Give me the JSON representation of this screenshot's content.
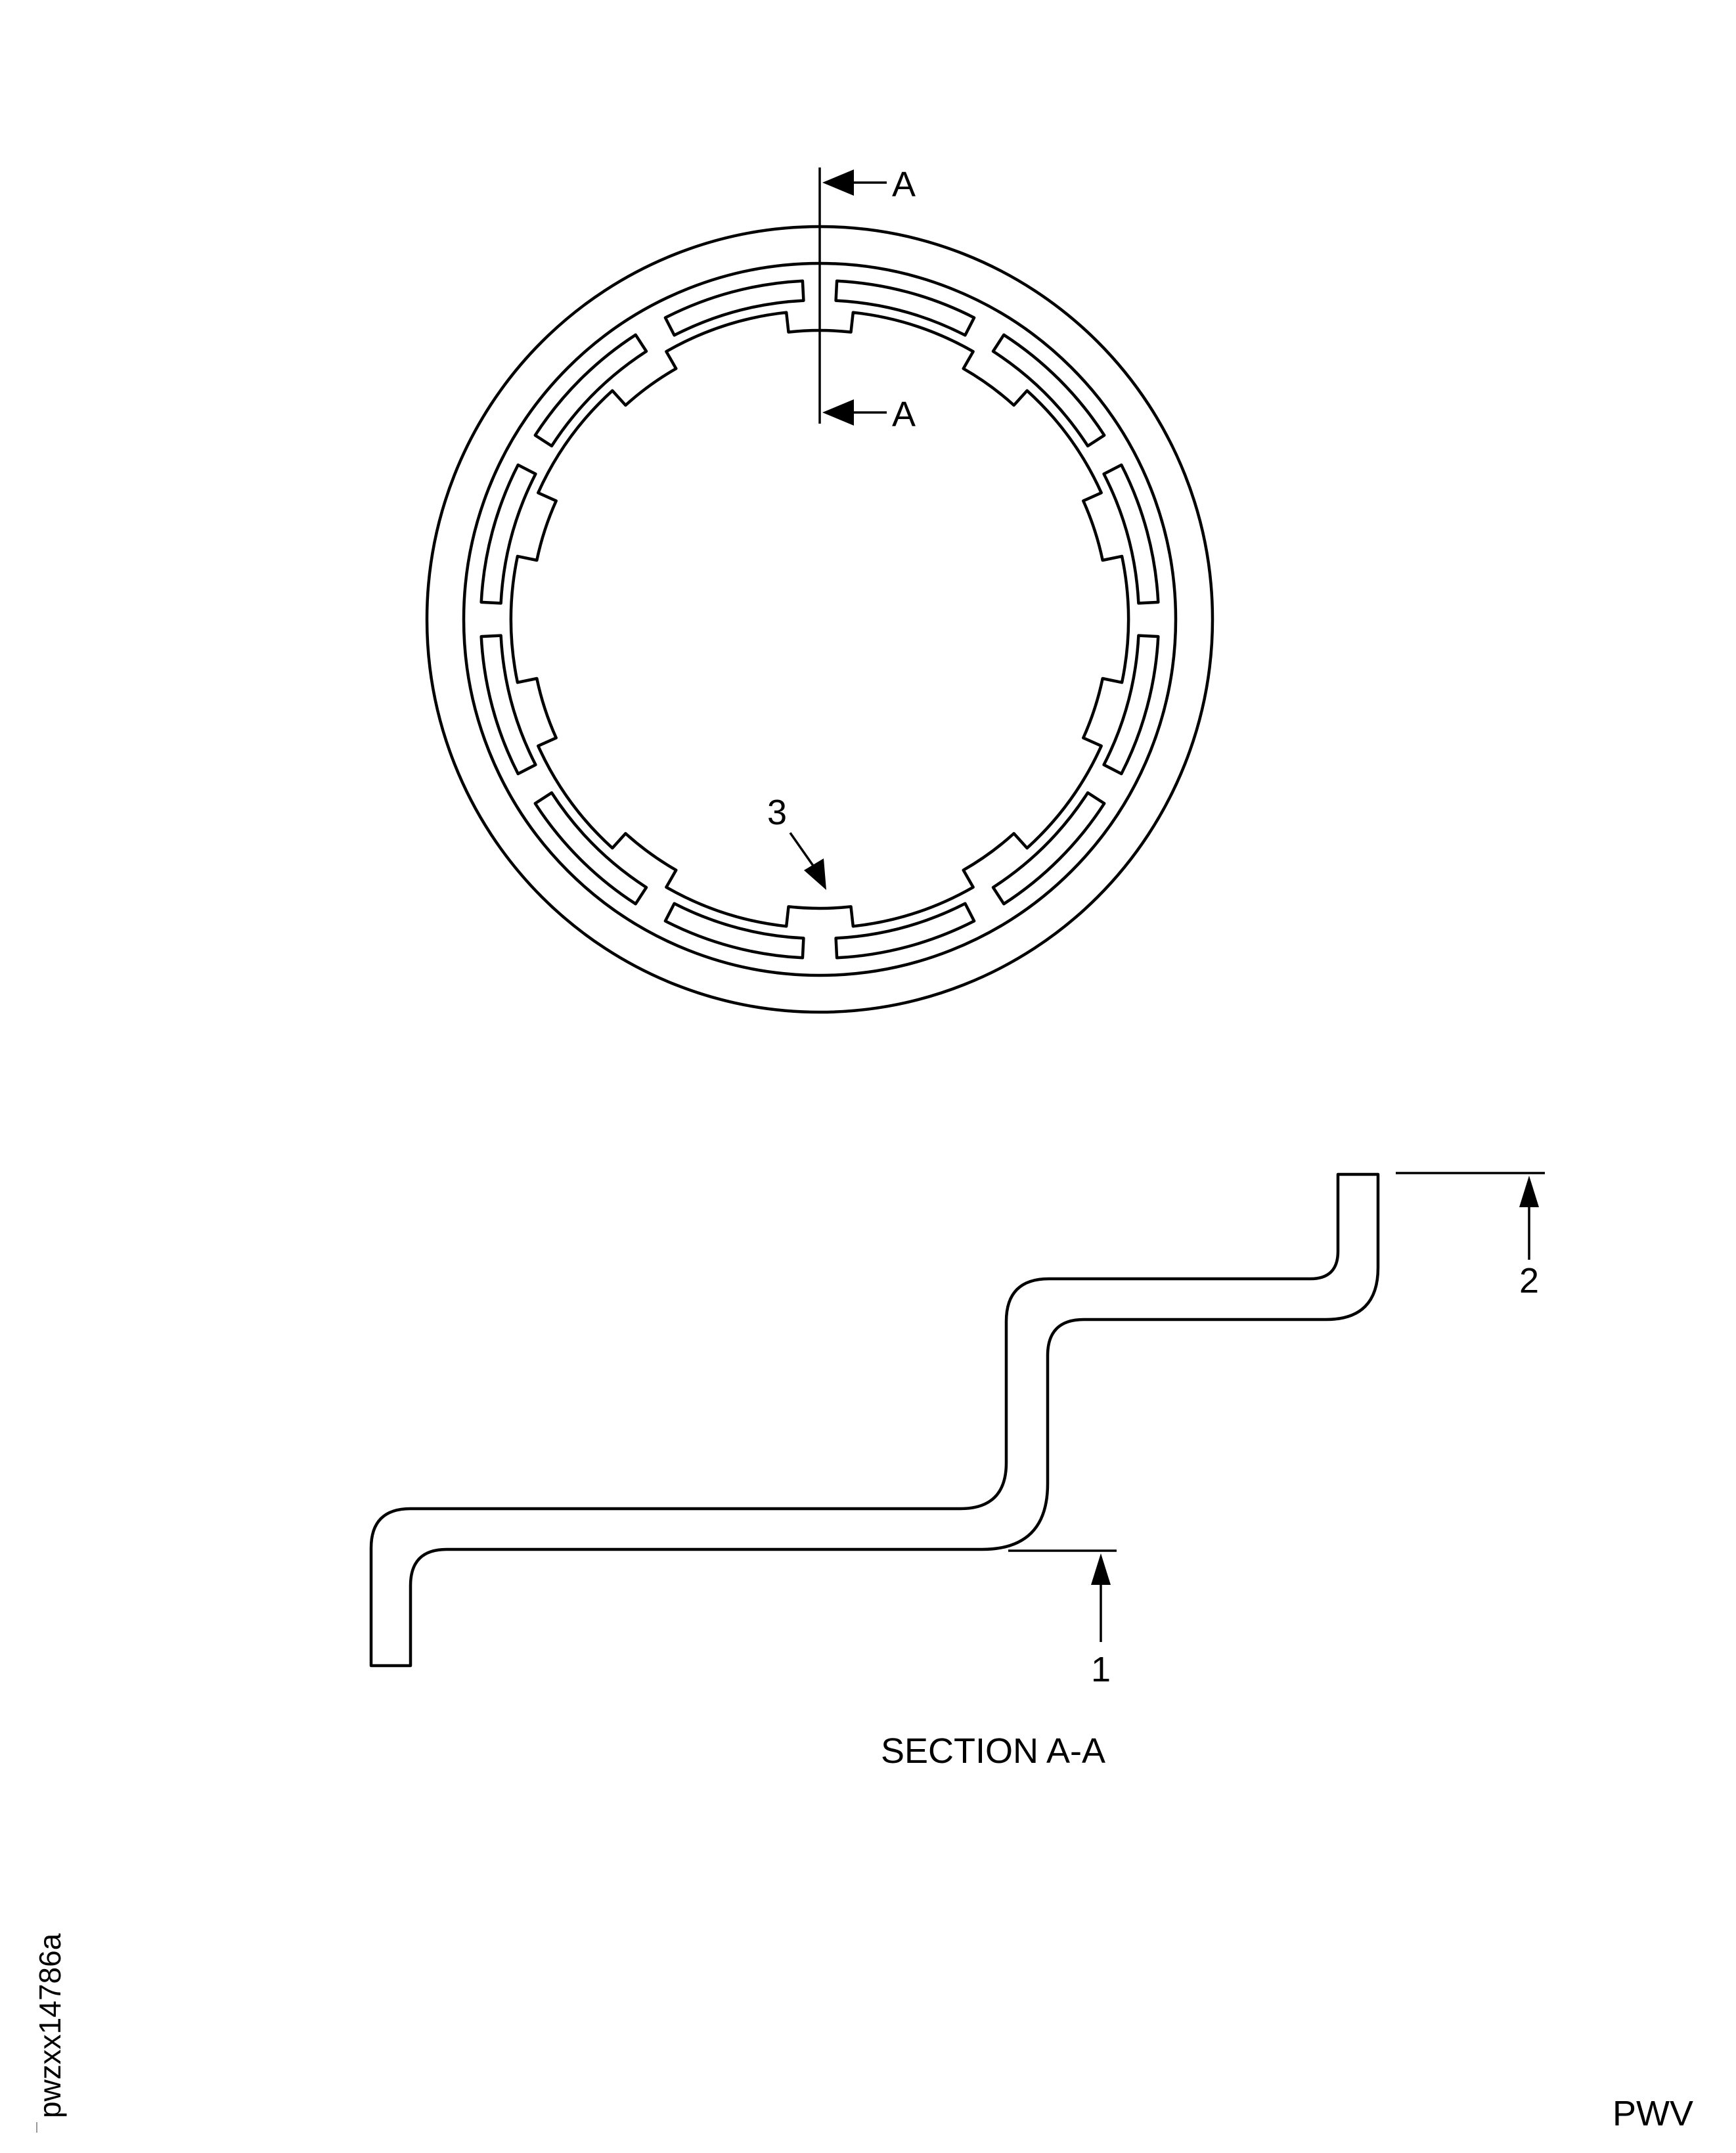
{
  "figure": {
    "section_marker_top": "A",
    "section_marker_bottom": "A",
    "callouts": {
      "item_1": "1",
      "item_2": "2",
      "item_3": "3"
    },
    "section_title": "SECTION A-A",
    "figure_id": "pwzxx14786a",
    "publisher_code": "PWV"
  },
  "ring": {
    "slot_count": 12,
    "tab_count": 10
  }
}
